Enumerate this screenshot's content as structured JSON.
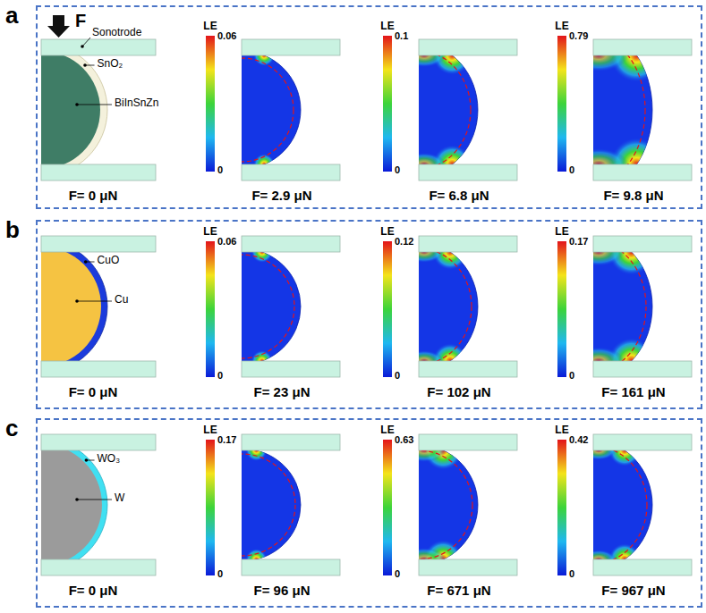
{
  "diagram": {
    "nodes": [
      {
        "text": [
          "a"
        ]
      },
      {
        "text": [
          "b"
        ]
      },
      {
        "text": [
          "c"
        ]
      }
    ],
    "labels": [
      "F",
      "Sonotrode",
      "SnO₂",
      "BiInSnZn",
      "F= 0 μN",
      "LE",
      "0.06",
      "0",
      "F= 2.9 μN",
      "LE",
      "0.1",
      "0",
      "F= 6.8 μN",
      "LE",
      "0.79",
      "0",
      "F= 9.8 μN",
      "CuO",
      "Cu",
      "F= 0 μN",
      "LE",
      "0.06",
      "0",
      "F= 23 μN",
      "LE",
      "0.12",
      "0",
      "F= 102 μN",
      "LE",
      "0.17",
      "0",
      "F= 161 μN",
      "WO₃",
      "W",
      "F= 0 μN",
      "LE",
      "0.17",
      "0",
      "F= 96 μN",
      "LE",
      "0.63",
      "0",
      "F= 671 μN",
      "LE",
      "0.42",
      "0",
      "F= 967 μN"
    ]
  }
}
